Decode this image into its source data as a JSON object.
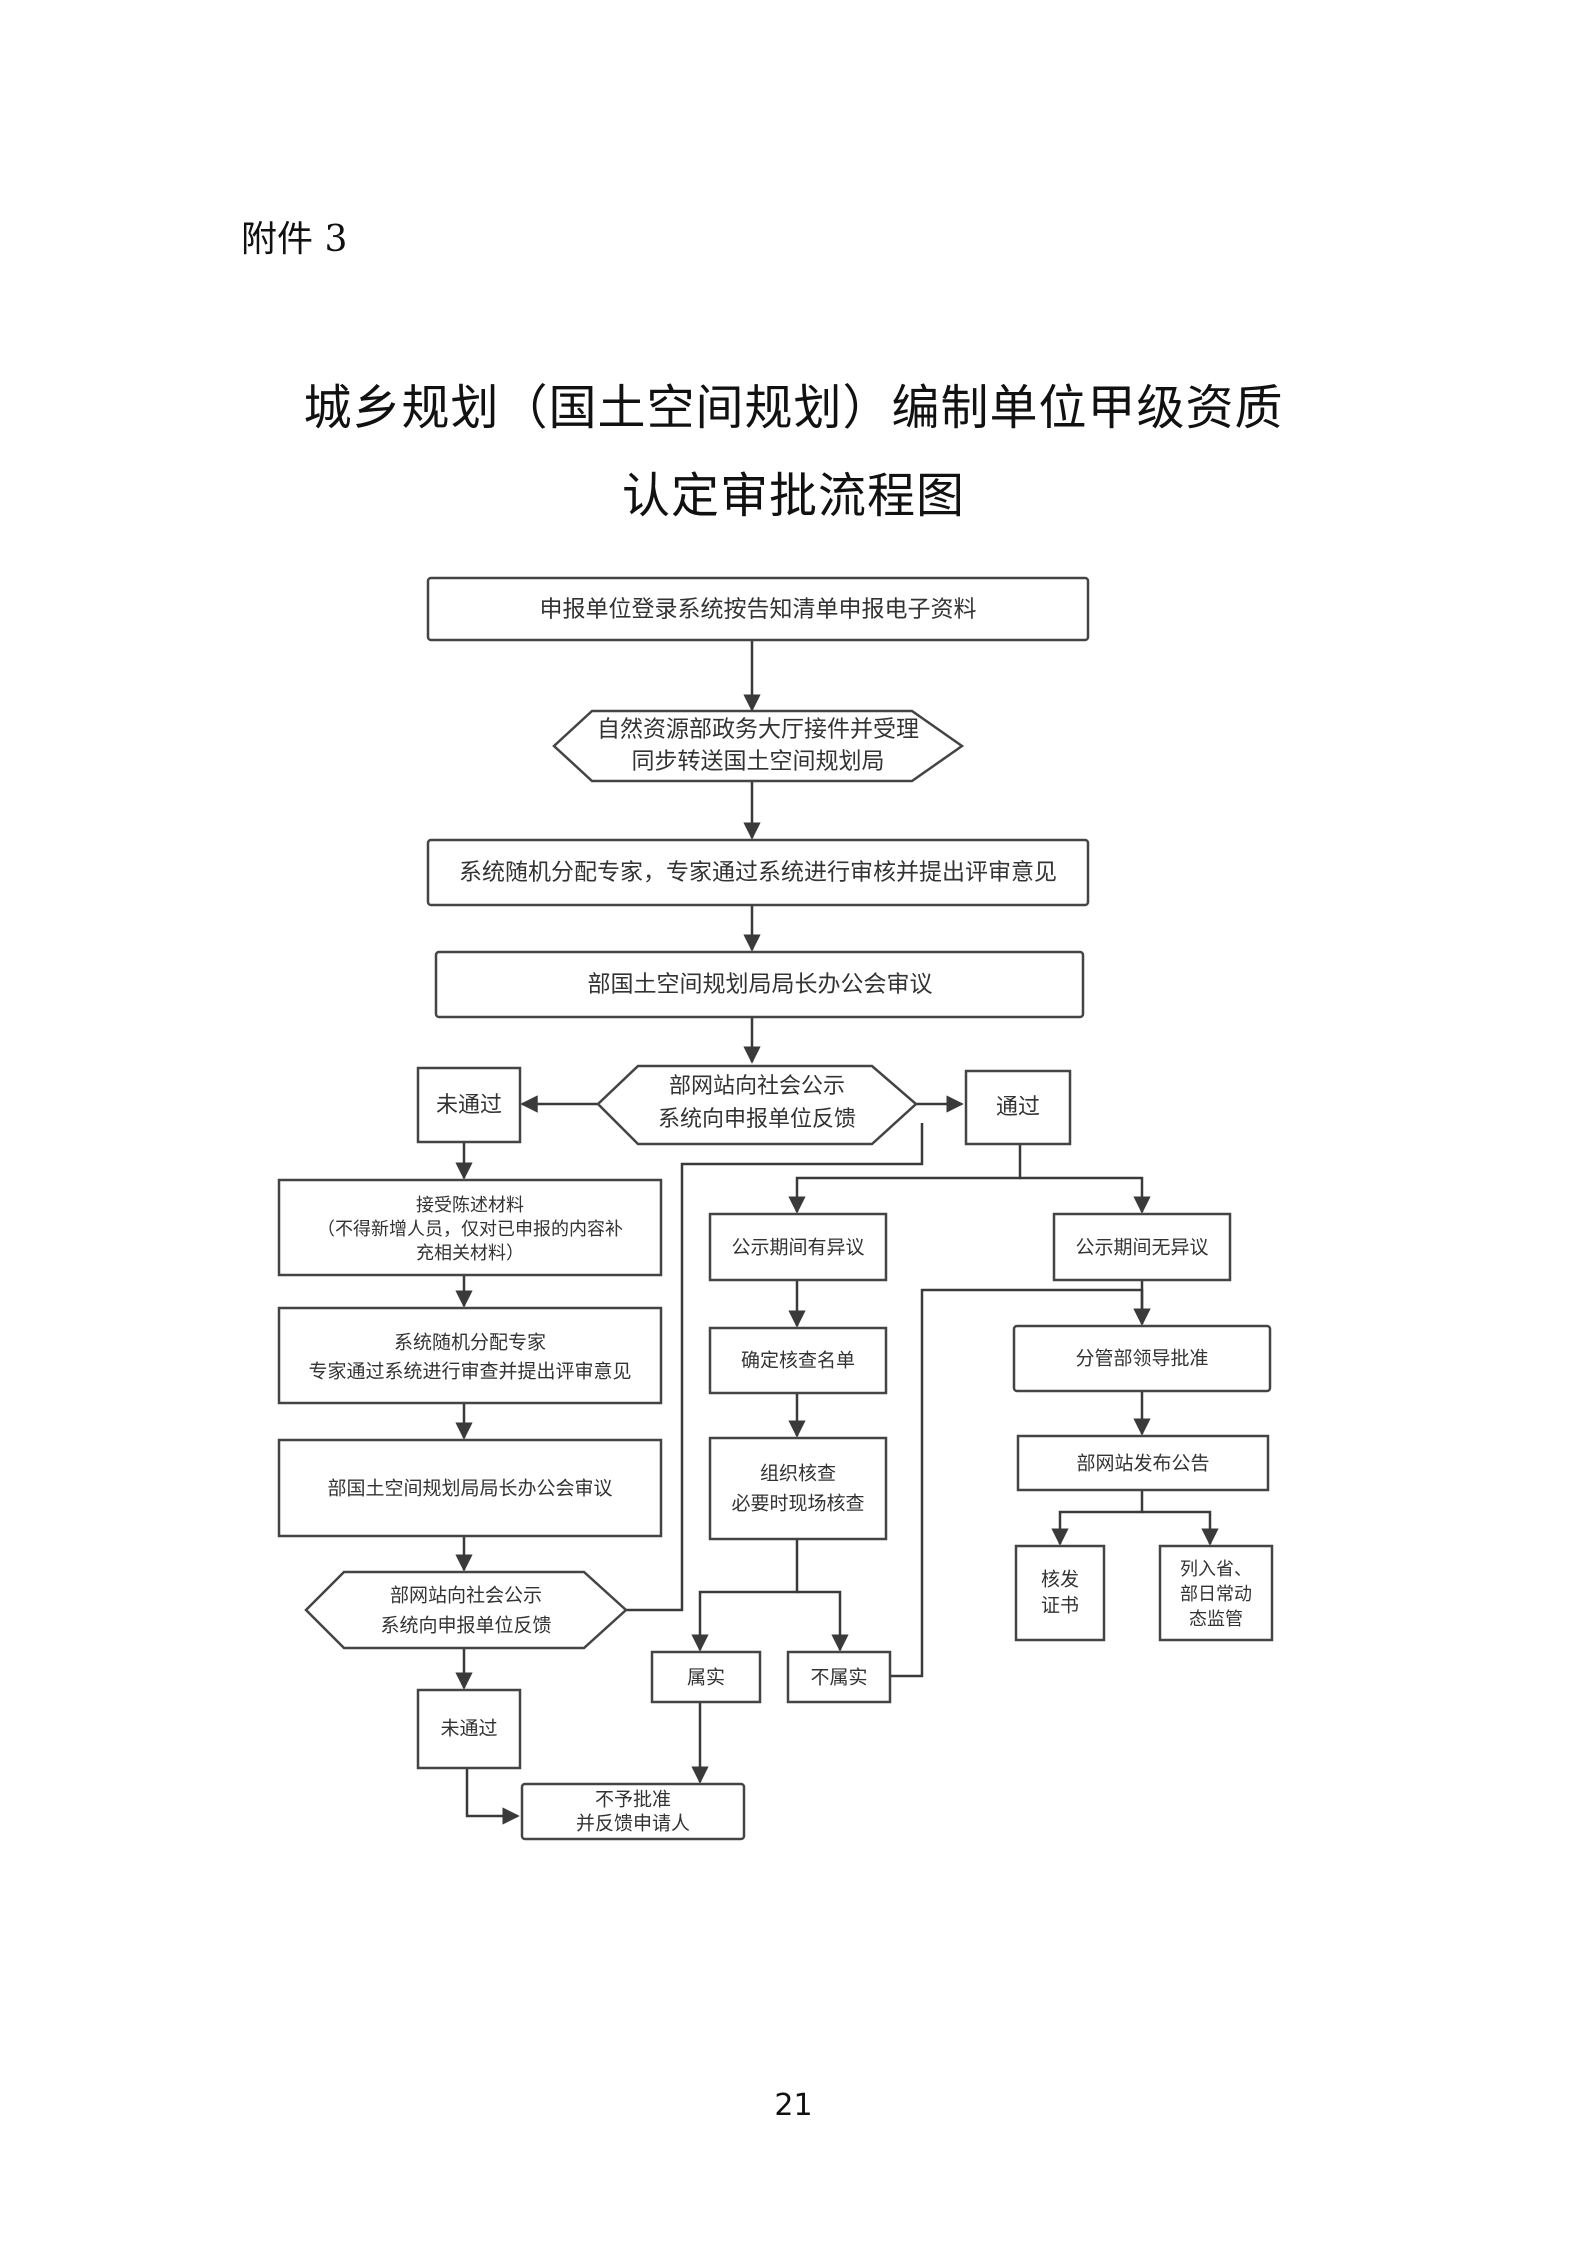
{
  "header": {
    "attachment": "附件 3"
  },
  "title": {
    "line1": "城乡规划（国土空间规划）编制单位甲级资质",
    "line2": "认定审批流程图"
  },
  "page_number": "21",
  "nodes": {
    "submit": "申报单位登录系统按告知清单申报电子资料",
    "accept": {
      "line1": "自然资源部政务大厅接件并受理",
      "line2": "同步转送国土空间规划局"
    },
    "expert": "系统随机分配专家，专家通过系统进行审核并提出评审意见",
    "meeting": "部国土空间规划局局长办公会审议",
    "publicity": {
      "line1": "部网站向社会公示",
      "line2": "系统向申报单位反馈"
    },
    "fail_left": "未通过",
    "pass_right": "通过",
    "appeal": {
      "line1": "接受陈述材料",
      "line2": "（不得新增人员，仅对已申报的内容补",
      "line3": "充相关材料）"
    },
    "expert2": {
      "line1": "系统随机分配专家",
      "line2": "专家通过系统进行审查并提出评审意见"
    },
    "meeting2": "部国土空间规划局局长办公会审议",
    "publicity2": {
      "line1": "部网站向社会公示",
      "line2": "系统向申报单位反馈"
    },
    "fail2": "未通过",
    "reject": {
      "line1": "不予批准",
      "line2": "并反馈申请人"
    },
    "objection": "公示期间有异议",
    "no_objection": "公示期间无异议",
    "check_list": "确定核查名单",
    "organize": {
      "line1": "组织核查",
      "line2": "必要时现场核查"
    },
    "true": "属实",
    "not_true": "不属实",
    "approve": "分管部领导批准",
    "announce": "部网站发布公告",
    "cert": {
      "line1": "核发",
      "line2": "证书"
    },
    "supervise": {
      "line1": "列入省、",
      "line2": "部日常动",
      "line3": "态监管"
    }
  }
}
